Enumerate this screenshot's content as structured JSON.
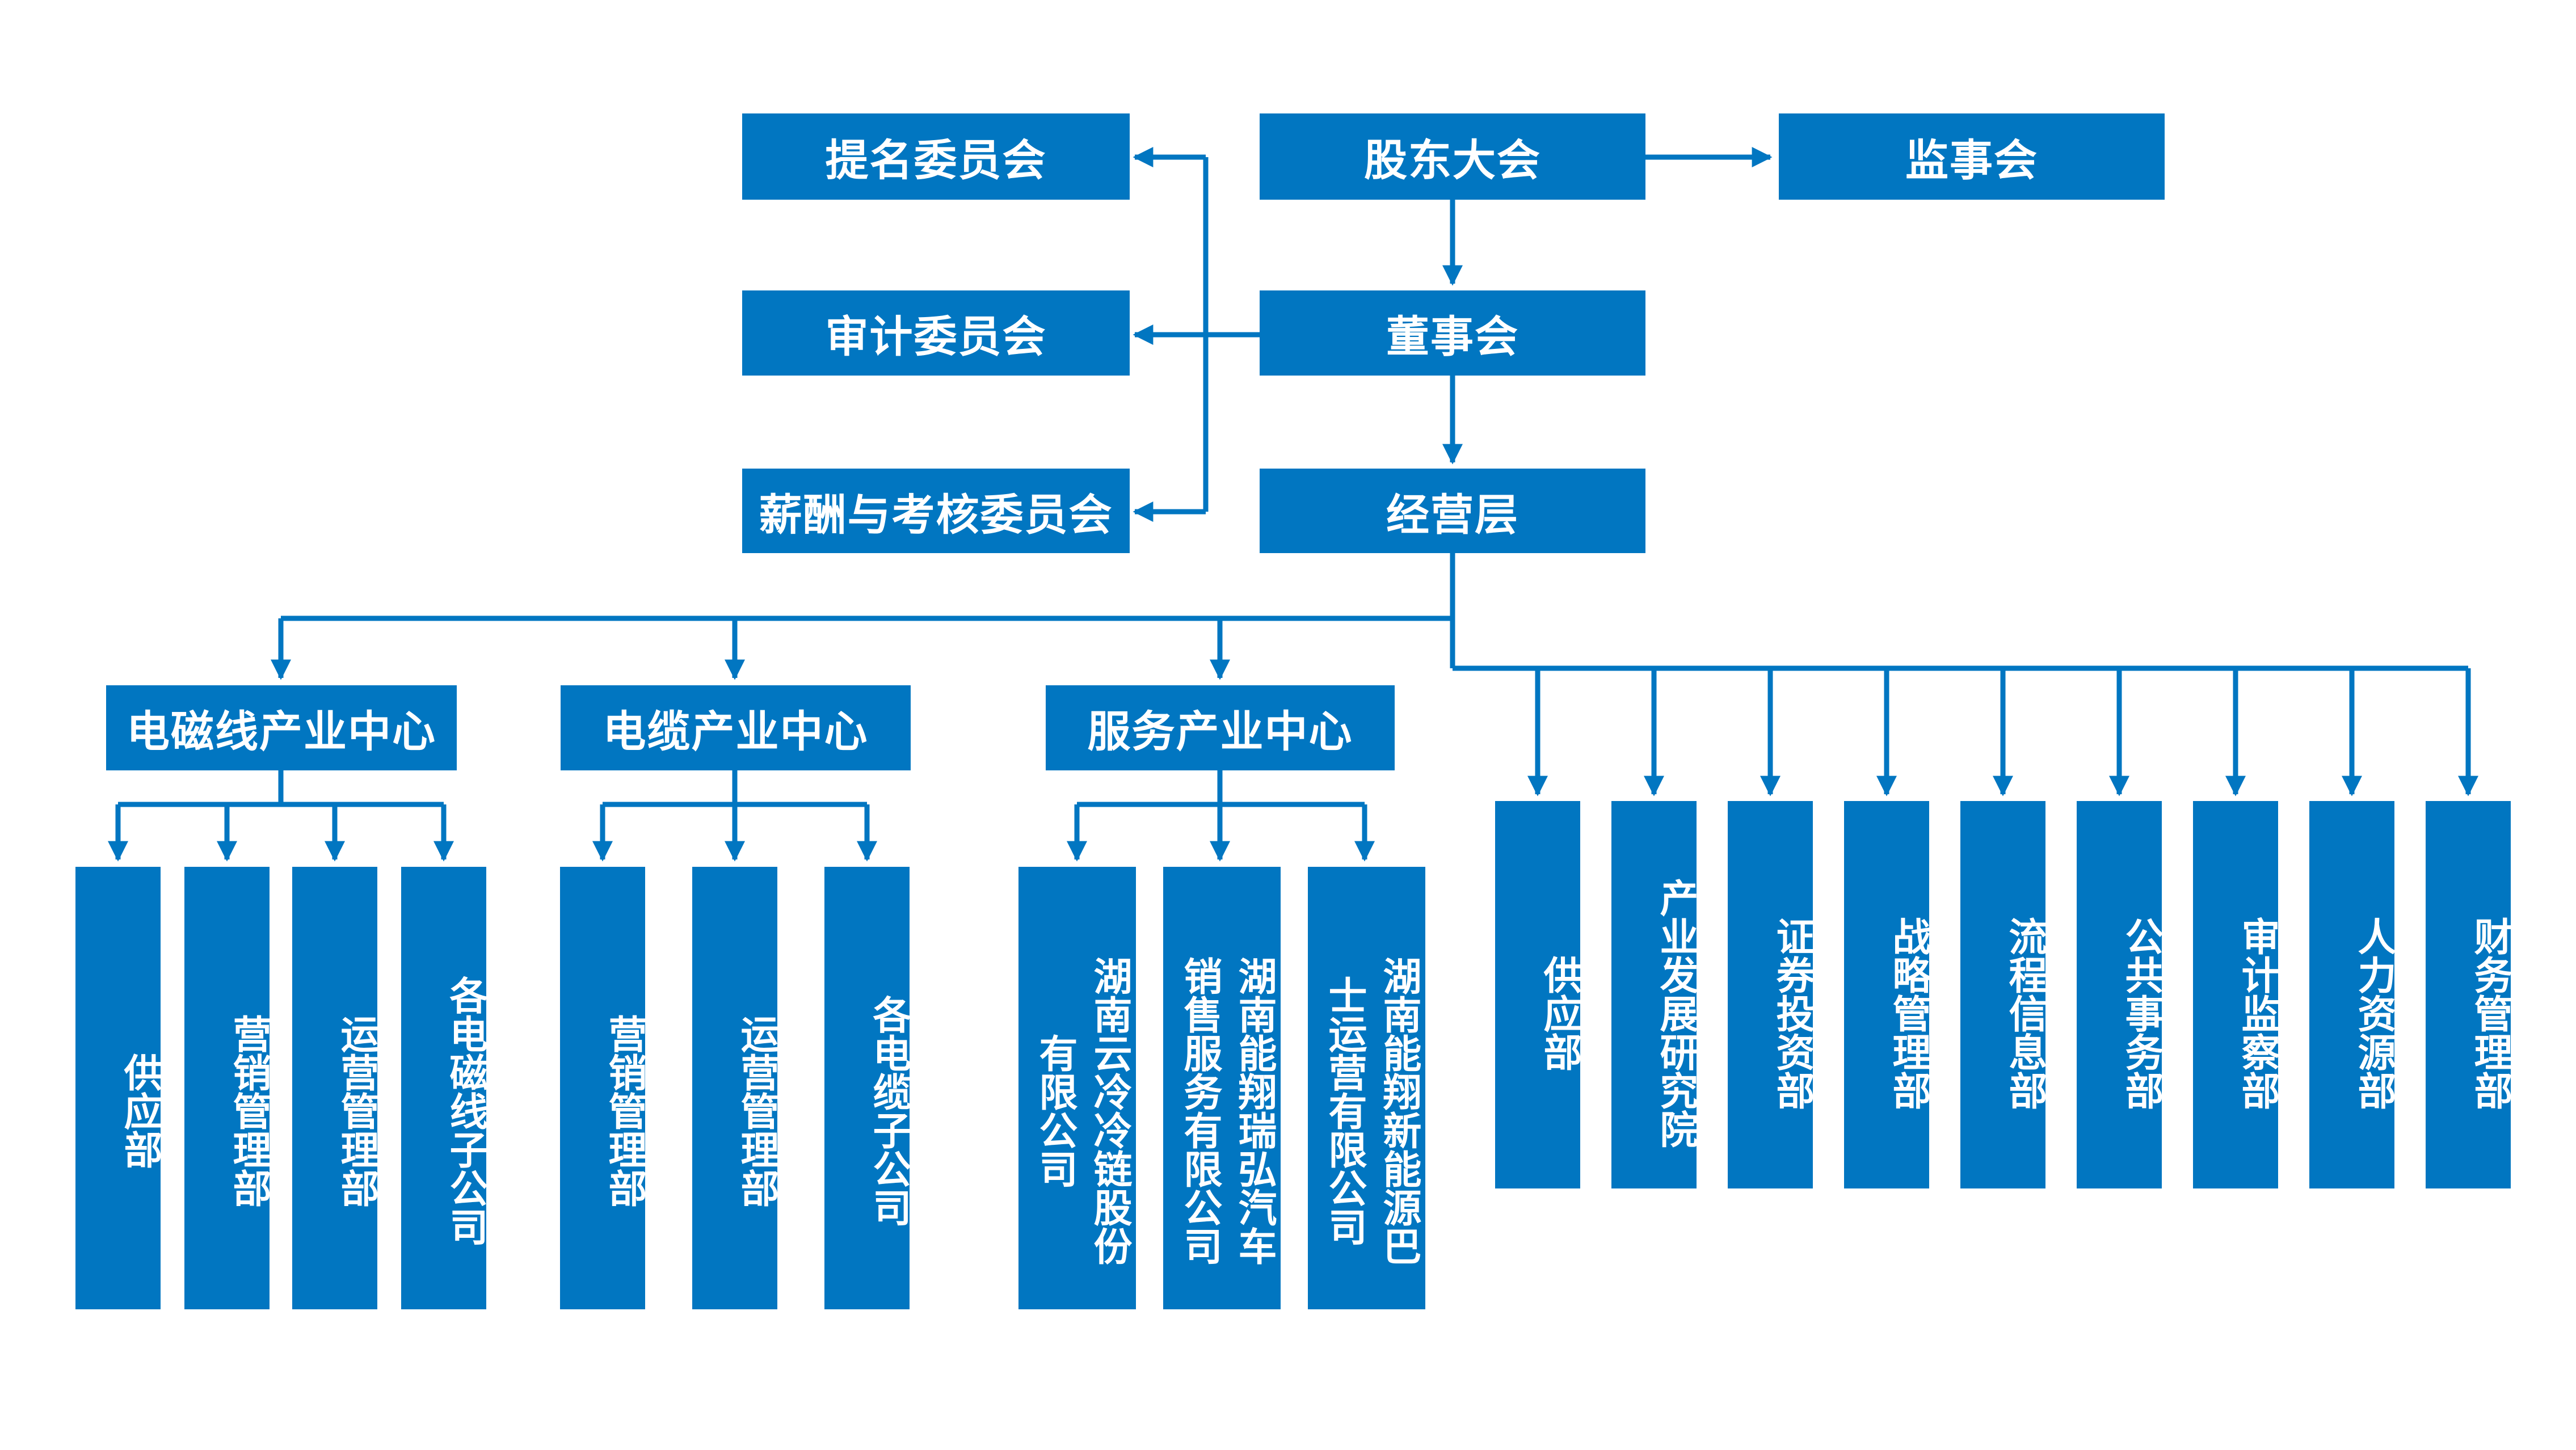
{
  "colors": {
    "box": "#0176C1",
    "line": "#0176C1",
    "text": "#ffffff"
  },
  "top": {
    "shareholders": "股东大会",
    "supervisors": "监事会",
    "board": "董事会",
    "management": "经营层"
  },
  "committees": {
    "nomination": "提名委员会",
    "audit": "审计委员会",
    "compensation": "薪酬与考核委员会"
  },
  "centers": [
    {
      "label": "电磁线产业中心",
      "children": [
        "供应部",
        "营销管理部",
        "运营管理部",
        "各电磁线子公司"
      ]
    },
    {
      "label": "电缆产业中心",
      "children": [
        "营销管理部",
        "运营管理部",
        "各电缆子公司"
      ]
    },
    {
      "label": "服务产业中心",
      "children": [
        "湖南云冷冷链股份有限公司",
        "湖南能翔瑞弘汽车销售服务有限公司",
        "湖南能翔新能源巴士运营有限公司"
      ]
    }
  ],
  "departments": [
    "供应部",
    "产业发展研究院",
    "证券投资部",
    "战略管理部",
    "流程信息部",
    "公共事务部",
    "审计监察部",
    "人力资源部",
    "财务管理部"
  ]
}
